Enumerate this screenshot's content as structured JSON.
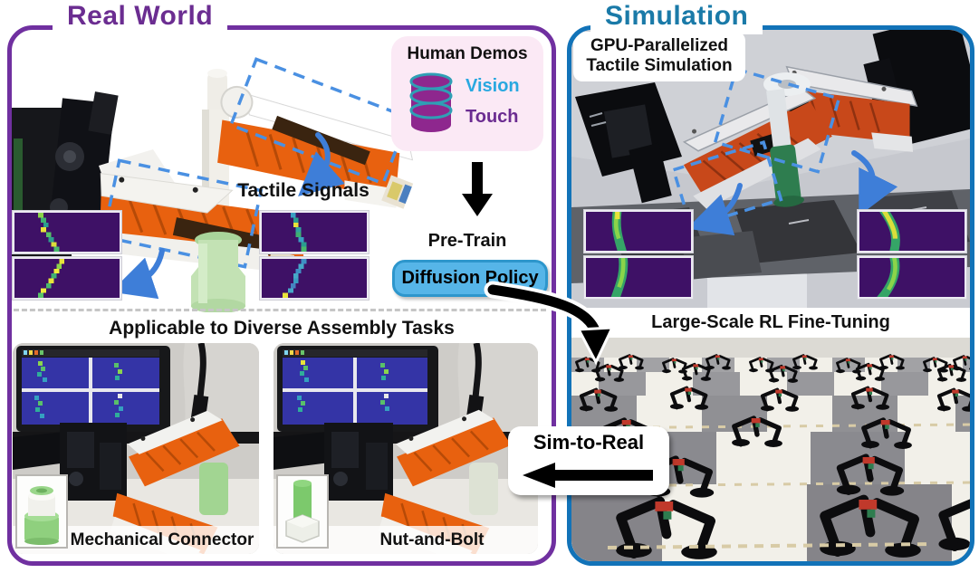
{
  "real_world": {
    "title": "Real World",
    "tactile_signals_label": "Tactile Signals",
    "tasks_heading": "Applicable to Diverse Assembly Tasks",
    "task1_label": "Mechanical Connector",
    "task2_label": "Nut-and-Bolt"
  },
  "simulation": {
    "title": "Simulation",
    "gpu_label_line1": "GPU-Parallelized",
    "gpu_label_line2": "Tactile Simulation",
    "rl_heading": "Large-Scale RL Fine-Tuning"
  },
  "pipeline": {
    "human_demos_title": "Human Demos",
    "modality_vision": "Vision",
    "modality_touch": "Touch",
    "pretrain_label": "Pre-Train",
    "diffusion_policy_label": "Diffusion Policy",
    "sim_to_real_label": "Sim-to-Real"
  },
  "colors": {
    "real_world_accent": "#7030a0",
    "real_world_title": "#6b2d91",
    "simulation_accent": "#1273b8",
    "simulation_title": "#1a7aa8",
    "vision_text": "#29a8e0",
    "touch_text": "#6b2c91",
    "diffusion_box_fill": "#56b5e8",
    "diffusion_box_border": "#2d96cc",
    "heatmap_background": "#3e1166",
    "blue_arrow": "#3e7ed8",
    "gripper_orange": "#e8610f",
    "database_icon_purple": "#8e278e",
    "database_icon_teal": "#2f9fb5"
  }
}
